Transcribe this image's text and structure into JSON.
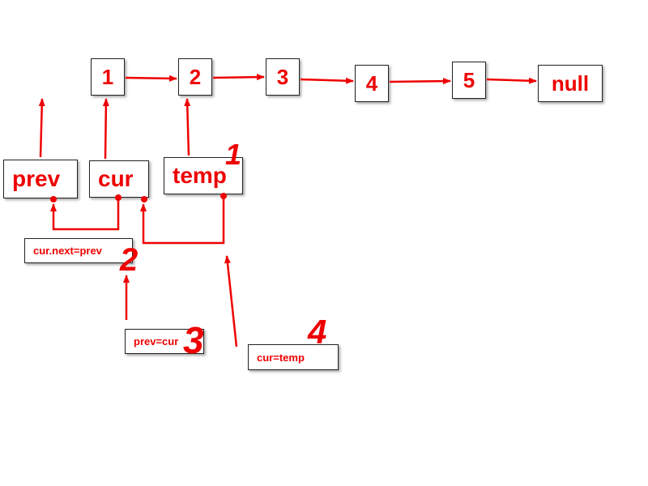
{
  "colors": {
    "accent": "#ee0000",
    "box_border": "#222222"
  },
  "list": {
    "nodes": [
      "1",
      "2",
      "3",
      "4",
      "5"
    ],
    "null_label": "null"
  },
  "vars": {
    "prev": "prev",
    "cur": "cur",
    "temp": "temp"
  },
  "ops": {
    "op1": "cur.next=prev",
    "op2": "prev=cur",
    "op3": "cur=temp"
  },
  "step_numbers": {
    "s1": "1",
    "s2": "2",
    "s3": "3",
    "s4": "4"
  }
}
